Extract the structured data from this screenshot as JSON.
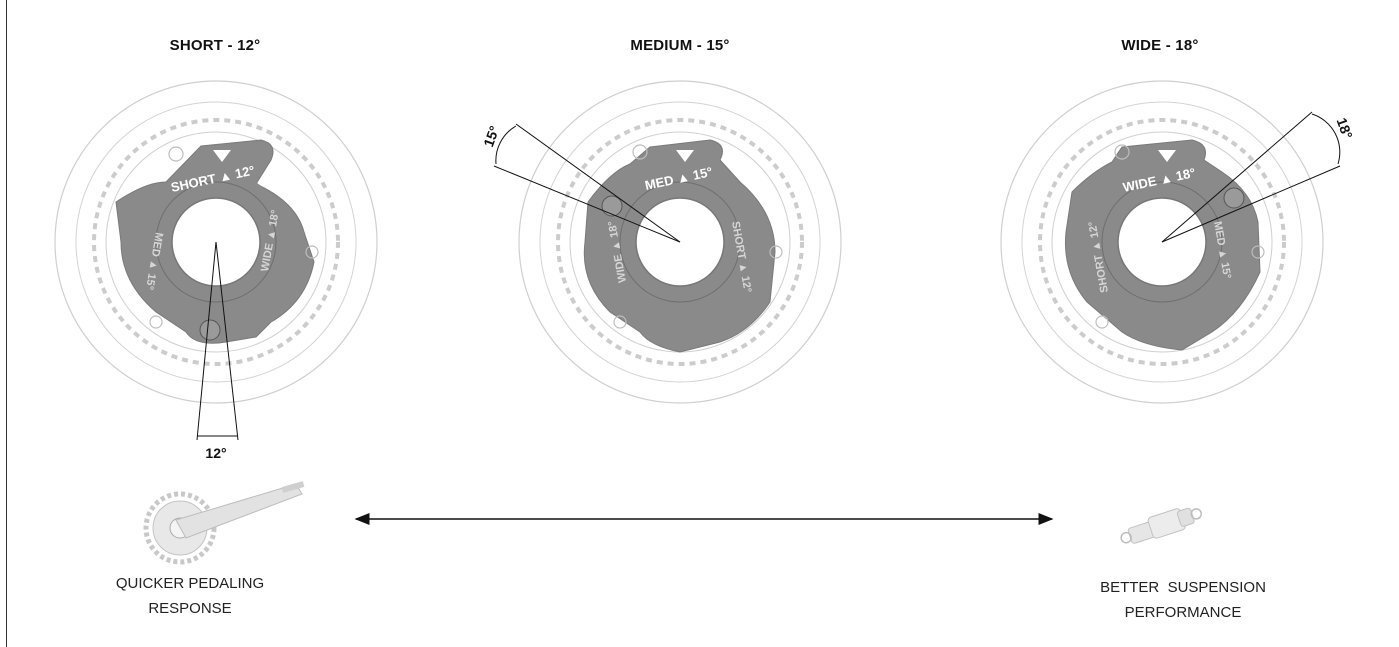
{
  "diagram": {
    "titles": {
      "short": "SHORT - 12°",
      "medium": "MEDIUM - 15°",
      "wide": "WIDE - 18°"
    },
    "angle_labels": {
      "short": "12°",
      "medium": "15°",
      "wide": "18°"
    },
    "ring_labels": {
      "short_top": "SHORT ▲ 12°",
      "short_right": "WIDE ▲ 18°",
      "short_left": "MED ▲ 15°",
      "medium_top": "MED ▲ 15°",
      "medium_right": "SHORT ▲ 12°",
      "medium_left": "WIDE ▲ 18°",
      "wide_top": "WIDE ▲ 18°",
      "wide_right": "MED ▲ 15°",
      "wide_left": "SHORT ▲ 12°"
    },
    "captions": {
      "left_line1": "QUICKER PEDALING",
      "left_line2": "RESPONSE",
      "right_line1": "BETTER  SUSPENSION",
      "right_line2": "PERFORMANCE"
    },
    "colors": {
      "spider": "#8a8a8a",
      "outline": "#c8c8c8",
      "ink": "#111111"
    }
  }
}
